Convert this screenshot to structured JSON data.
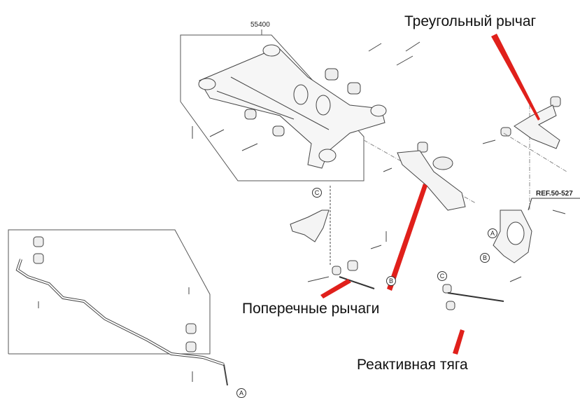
{
  "part_numbers": {
    "crossmember": "55400",
    "knuckle_ref": "REF.50-527"
  },
  "callouts": [
    "A",
    "B",
    "C"
  ],
  "annotations": {
    "upper_arm": "Треугольный рычаг",
    "lateral_arms": "Поперечные рычаги",
    "trailing_link": "Реактивная тяга"
  },
  "colors": {
    "annotation_line": "#e0201b",
    "drawing": "#555555"
  }
}
